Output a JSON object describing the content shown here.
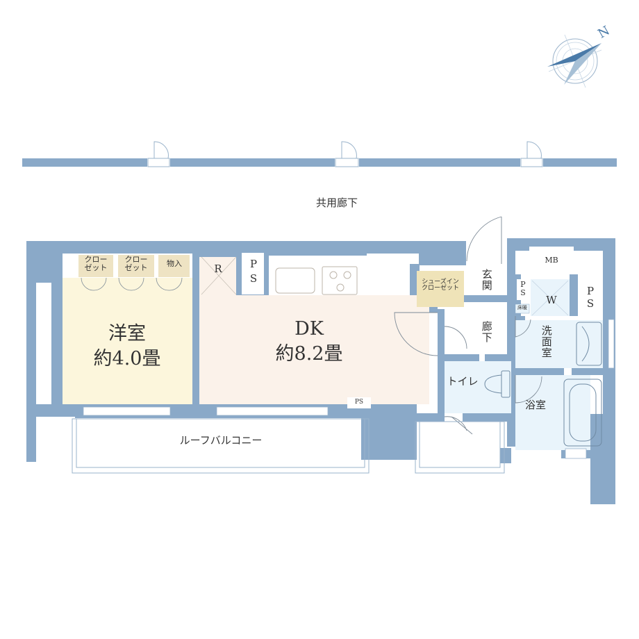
{
  "colors": {
    "wall": "#8aa9c8",
    "dk_floor": "#fbf2ea",
    "western_floor": "#fcf6dc",
    "wet_floor": "#e9f4fb",
    "shoes_closet": "#efe3b8",
    "closet_label_bg": "#eee3c3"
  },
  "compass": {
    "north_label": "N"
  },
  "labels": {
    "corridor": "共用廊下",
    "western_room": "洋室",
    "western_size": "約4.0畳",
    "dk": "DK",
    "dk_size": "約8.2畳",
    "closet1_line1": "クロー",
    "closet1_line2": "ゼット",
    "closet2_line1": "クロー",
    "closet2_line2": "ゼット",
    "storage": "物入",
    "refrigerator": "R",
    "ps_kitchen_p": "P",
    "ps_kitchen_s": "S",
    "shoes_line1": "シューズイン",
    "shoes_line2": "クローゼット",
    "entrance": "玄関",
    "hallway": "廊下",
    "mb": "MB",
    "ps_small_p": "P",
    "ps_small_s": "S",
    "washer": "W",
    "ps_right_p": "P",
    "ps_right_s": "S",
    "washroom": "洗面室",
    "toilet": "トイレ",
    "bathroom": "浴室",
    "ps_bottom": "PS",
    "balcony": "ルーフバルコニー",
    "heater": "床暖"
  }
}
